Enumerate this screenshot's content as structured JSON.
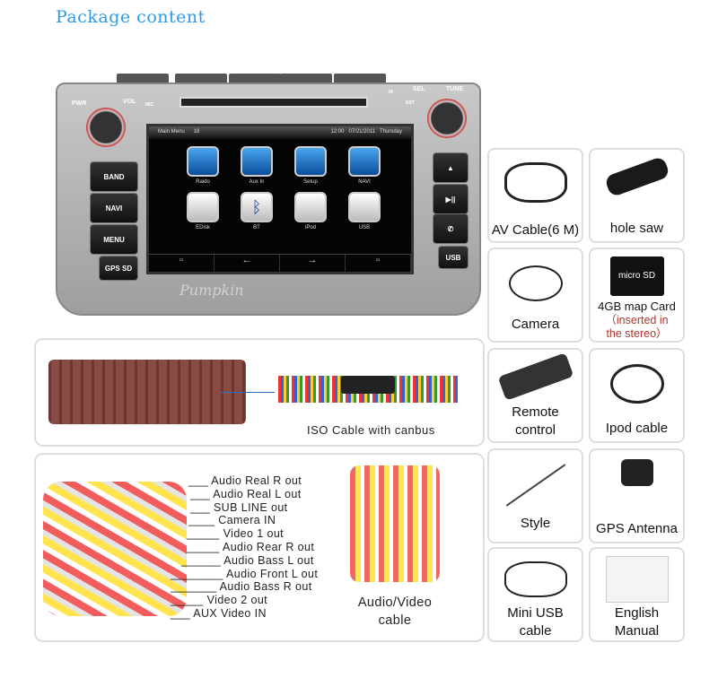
{
  "title": "Package content",
  "head_unit": {
    "labels": {
      "pwr": "PWR",
      "vol": "VOL",
      "mic": "MIC",
      "ir": "IR",
      "rst": "RST",
      "sel": "SEL",
      "tune": "TUNE"
    },
    "left_buttons": [
      "BAND",
      "NAVI",
      "MENU",
      "GPS SD"
    ],
    "right_buttons": [
      "▲",
      "▶||",
      "✆",
      "USB"
    ],
    "screen": {
      "menu": "Main Menu",
      "number": "18",
      "time": "12:00",
      "date": "07/21/2011",
      "day": "Thursday",
      "apps": [
        "Raido",
        "Aux In",
        "Setup",
        "NAVI",
        "EDisk",
        "BT",
        "iPod",
        "USB"
      ]
    },
    "watermark": "Pumpkin"
  },
  "iso_label": "ISO Cable with canbus",
  "rca_labels": [
    "Audio Real R out",
    "Audio Real L out",
    "SUB LINE out",
    "Camera IN",
    "Video 1 out",
    "Audio Rear R out",
    "Audio Bass L  out",
    "Audio Front L   out",
    "Audio Bass R  out",
    "Video 2  out",
    "AUX Video IN"
  ],
  "av_cable_label": [
    "Audio/Video",
    "cable"
  ],
  "items": [
    {
      "label": "AV Cable(6 M)"
    },
    {
      "label": "hole saw"
    },
    {
      "label": "Camera"
    },
    {
      "label": "4GB map Card",
      "note": [
        "（inserted in",
        "the stereo）"
      ]
    },
    {
      "label": "Remote",
      "label2": "control"
    },
    {
      "label": "Ipod cable"
    },
    {
      "label": "Style"
    },
    {
      "label": "GPS Antenna"
    },
    {
      "label": "Mini USB",
      "label2": "cable"
    },
    {
      "label": "English",
      "label2": "Manual"
    }
  ],
  "sd_card_text": "micro SD"
}
